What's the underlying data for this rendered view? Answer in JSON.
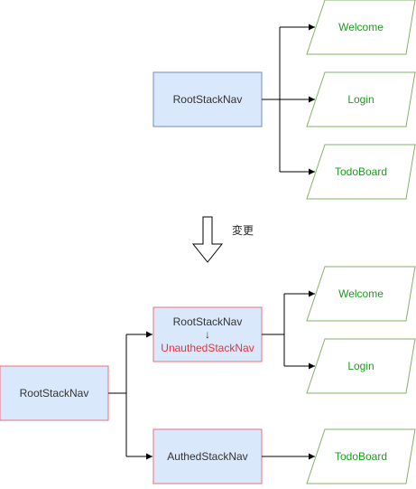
{
  "top": {
    "root": "RootStackNav",
    "screens": [
      "Welcome",
      "Login",
      "TodoBoard"
    ]
  },
  "change": {
    "label": "変更"
  },
  "bottom": {
    "root": "RootStackNav",
    "unauthed_line1": "RootStackNav",
    "unauthed_arrow": "↓",
    "unauthed_line2": "UnauthedStackNav",
    "authed": "AuthedStackNav",
    "unauthed_screens": [
      "Welcome",
      "Login"
    ],
    "authed_screens": [
      "TodoBoard"
    ]
  },
  "colors": {
    "nav_fill": "#dae8fc",
    "nav_border_top": "#6c8ebf",
    "nav_border_red": "#e8707a",
    "screen_border": "#82b366",
    "screen_text": "#1a9e1a",
    "highlight_text": "#e8303a"
  }
}
